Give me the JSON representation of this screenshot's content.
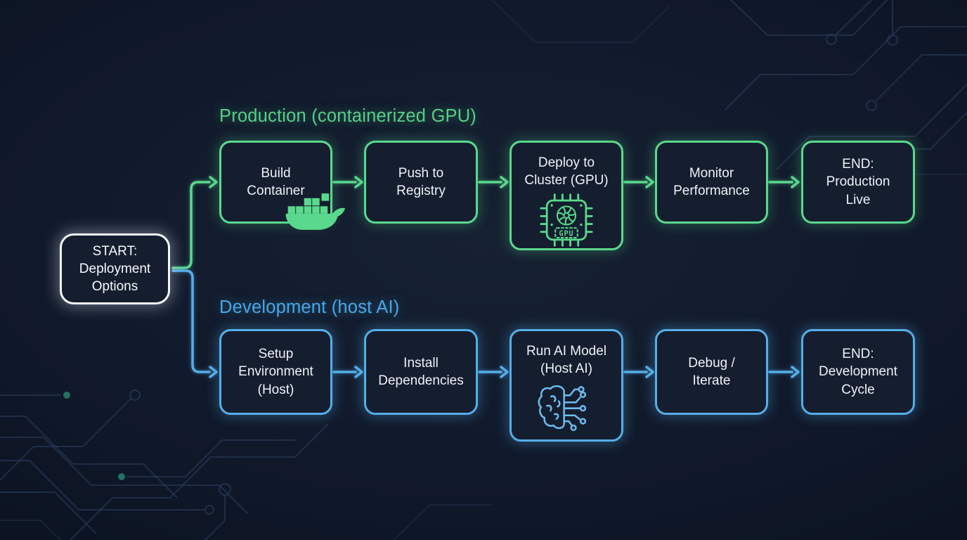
{
  "colors": {
    "background": "#0e1626",
    "node_fill": "#151e2f",
    "text": "#eef2f8",
    "start_border": "#f2f5fa",
    "production_accent": "#5ad98c",
    "development_accent": "#55aee9"
  },
  "start": {
    "label": "START:\nDeployment\nOptions"
  },
  "production": {
    "title": "Production (containerized GPU)",
    "nodes": {
      "build": {
        "label": "Build\nContainer",
        "icon": "docker-whale-icon"
      },
      "push": {
        "label": "Push to\nRegistry"
      },
      "deploy": {
        "label": "Deploy to\nCluster (GPU)",
        "icon": "gpu-chip-icon",
        "chip_label": "GPU"
      },
      "monitor": {
        "label": "Monitor\nPerformance"
      },
      "end": {
        "label": "END:\nProduction\nLive"
      }
    }
  },
  "development": {
    "title": "Development (host AI)",
    "nodes": {
      "setup": {
        "label": "Setup\nEnvironment\n(Host)"
      },
      "install": {
        "label": "Install\nDependencies"
      },
      "run": {
        "label": "Run AI Model\n(Host AI)",
        "icon": "ai-brain-circuit-icon"
      },
      "debug": {
        "label": "Debug /\nIterate"
      },
      "end": {
        "label": "END:\nDevelopment\nCycle"
      }
    }
  }
}
